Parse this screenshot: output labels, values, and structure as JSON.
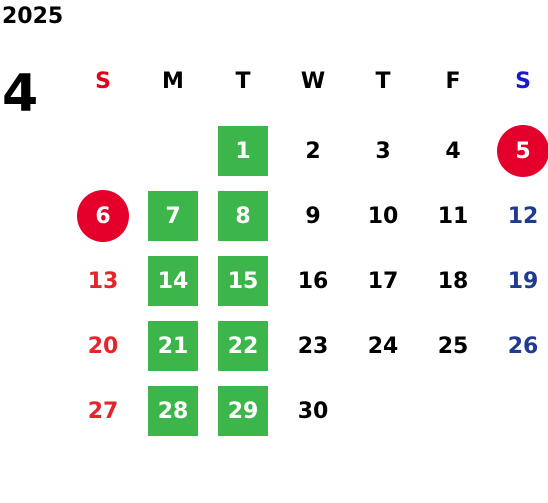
{
  "year": "2025",
  "month": "4",
  "weekdays": [
    {
      "label": "S",
      "color": "#e4001b"
    },
    {
      "label": "M",
      "color": "#000000"
    },
    {
      "label": "T",
      "color": "#000000"
    },
    {
      "label": "W",
      "color": "#000000"
    },
    {
      "label": "T",
      "color": "#000000"
    },
    {
      "label": "F",
      "color": "#000000"
    },
    {
      "label": "S",
      "color": "#1a1acc"
    }
  ],
  "colors": {
    "highlight_green": "#3cb54a",
    "holiday_red": "#e4002b",
    "sunday_text": "#e4262c",
    "saturday_text": "#1f3b8f"
  },
  "days": [
    {
      "day": "1",
      "col": 2,
      "row": 0,
      "highlight": "green"
    },
    {
      "day": "2",
      "col": 3,
      "row": 0
    },
    {
      "day": "3",
      "col": 4,
      "row": 0
    },
    {
      "day": "4",
      "col": 5,
      "row": 0
    },
    {
      "day": "5",
      "col": 6,
      "row": 0,
      "highlight": "red"
    },
    {
      "day": "6",
      "col": 0,
      "row": 1,
      "highlight": "red"
    },
    {
      "day": "7",
      "col": 1,
      "row": 1,
      "highlight": "green"
    },
    {
      "day": "8",
      "col": 2,
      "row": 1,
      "highlight": "green"
    },
    {
      "day": "9",
      "col": 3,
      "row": 1
    },
    {
      "day": "10",
      "col": 4,
      "row": 1
    },
    {
      "day": "11",
      "col": 5,
      "row": 1
    },
    {
      "day": "12",
      "col": 6,
      "row": 1
    },
    {
      "day": "13",
      "col": 0,
      "row": 2
    },
    {
      "day": "14",
      "col": 1,
      "row": 2,
      "highlight": "green"
    },
    {
      "day": "15",
      "col": 2,
      "row": 2,
      "highlight": "green"
    },
    {
      "day": "16",
      "col": 3,
      "row": 2
    },
    {
      "day": "17",
      "col": 4,
      "row": 2
    },
    {
      "day": "18",
      "col": 5,
      "row": 2
    },
    {
      "day": "19",
      "col": 6,
      "row": 2
    },
    {
      "day": "20",
      "col": 0,
      "row": 3
    },
    {
      "day": "21",
      "col": 1,
      "row": 3,
      "highlight": "green"
    },
    {
      "day": "22",
      "col": 2,
      "row": 3,
      "highlight": "green"
    },
    {
      "day": "23",
      "col": 3,
      "row": 3
    },
    {
      "day": "24",
      "col": 4,
      "row": 3
    },
    {
      "day": "25",
      "col": 5,
      "row": 3
    },
    {
      "day": "26",
      "col": 6,
      "row": 3
    },
    {
      "day": "27",
      "col": 0,
      "row": 4
    },
    {
      "day": "28",
      "col": 1,
      "row": 4,
      "highlight": "green"
    },
    {
      "day": "29",
      "col": 2,
      "row": 4,
      "highlight": "green"
    },
    {
      "day": "30",
      "col": 3,
      "row": 4
    }
  ]
}
